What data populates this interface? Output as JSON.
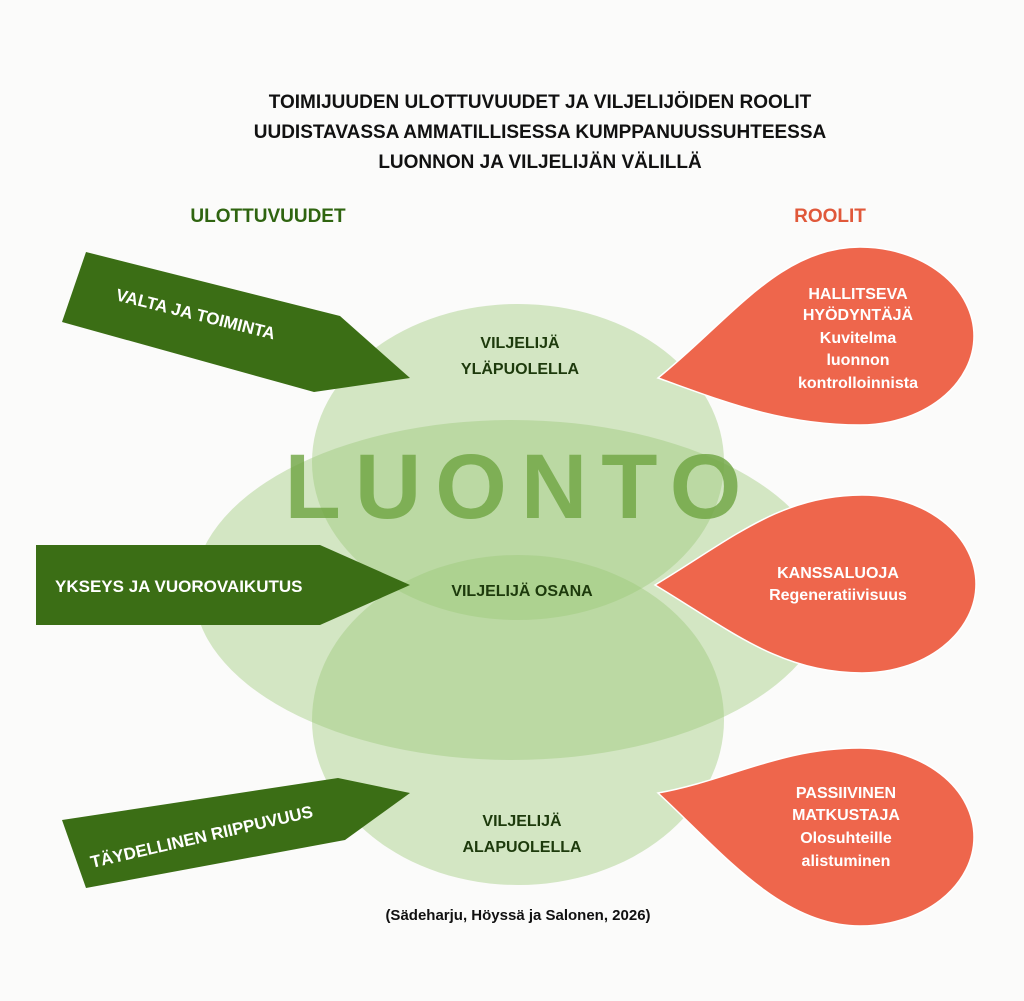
{
  "title": [
    "TOIMIJUUDEN ULOTTUVUUDET JA VILJELIJÖIDEN ROOLIT",
    "UUDISTAVASSA AMMATILLISESSA KUMPPANUUSSUHTEESSA",
    "LUONNON JA VILJELIJÄN VÄLILLÄ"
  ],
  "headers": {
    "left": "ULOTTUVUUDET",
    "right": "ROOLIT"
  },
  "center_label": "LUONTO",
  "dimensions": [
    "VALTA JA TOIMINTA",
    "YKSEYS JA VUOROVAIKUTUS",
    "TÄYDELLINEN RIIPPUVUUS"
  ],
  "positions": {
    "top": [
      "VILJELIJÄ",
      "YLÄPUOLELLA"
    ],
    "middle": "VILJELIJÄ OSANA",
    "bottom": [
      "VILJELIJÄ",
      "ALAPUOLELLA"
    ]
  },
  "roles": [
    {
      "lines": [
        "HALLITSEVA",
        "HYÖDYNTÄJÄ",
        "Kuvitelma",
        "luonnon",
        "kontrolloinnista"
      ]
    },
    {
      "lines": [
        "KANSSALUOJA",
        "Regeneratiivisuus"
      ]
    },
    {
      "lines": [
        "PASSIIVINEN",
        "MATKUSTAJA",
        "Olosuhteille",
        "alistuminen"
      ]
    }
  ],
  "citation": "(Sädeharju, Höyssä ja Salonen, 2026)",
  "colors": {
    "dark_green": "#3b6e15",
    "light_green": "#9cc877",
    "red": "#ee664c",
    "header_red": "#e0583a"
  }
}
